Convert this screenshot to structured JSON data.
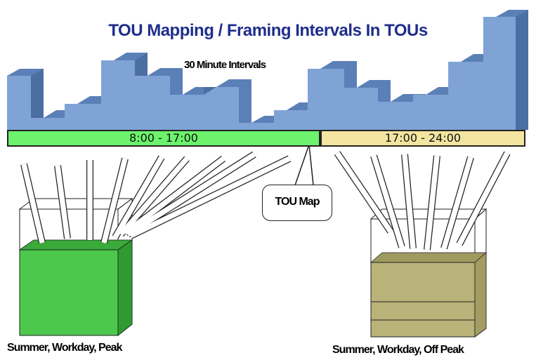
{
  "title": "TOU Mapping / Framing Intervals In TOUs",
  "subtitle": "30 Minute Intervals",
  "bands": {
    "peak": "8:00 - 17:00",
    "offpeak": "17:00 - 24:00"
  },
  "callout": "TOU Map",
  "buckets": {
    "peak_caption": "Summer, Workday, Peak",
    "offpeak_caption": "Summer, Workday, Off Peak"
  },
  "colors": {
    "title": "#1f2e8c",
    "interval_bars": "#7fa3d4",
    "peak_band": "#6cf26c",
    "offpeak_band": "#f3e4a0",
    "peak_bucket": "#4cc94c",
    "offpeak_bucket": "#b9b37a"
  }
}
